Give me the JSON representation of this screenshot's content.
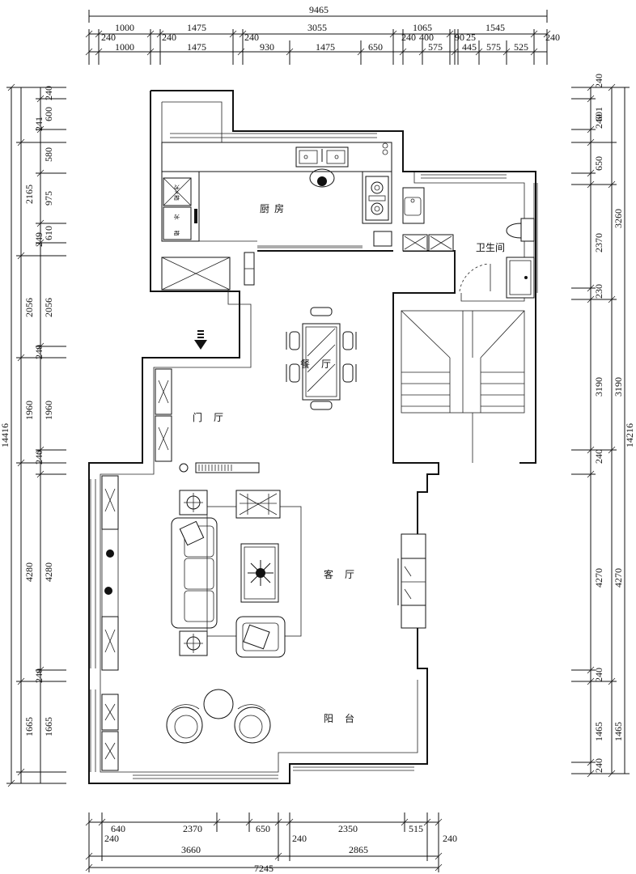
{
  "rooms": {
    "kitchen": "厨房",
    "dining": "餐厅",
    "foyer": "门厅",
    "bathroom": "卫生间",
    "living": "客厅",
    "balcony": "阳台"
  },
  "fridge_labels": [
    "冰×箱",
    "冰",
    "箱"
  ],
  "dimensions": {
    "top": {
      "overall": "9465",
      "row1": [
        "1000",
        "1475",
        "3055",
        "1065",
        "1545"
      ],
      "row2": [
        "240",
        "240",
        "240",
        "240",
        "400",
        "90",
        "25",
        "240"
      ],
      "row3": [
        "1000",
        "1475",
        "930",
        "1475",
        "650",
        "575",
        "445",
        "575",
        "525"
      ]
    },
    "left": {
      "overall": "14416",
      "outer": [
        "2165",
        "2056",
        "1960",
        "4280",
        "1665"
      ],
      "inner": [
        "240",
        "600",
        "241",
        "580",
        "975",
        "249",
        "610",
        "2056",
        "240",
        "1960",
        "240",
        "4280",
        "240",
        "1665"
      ]
    },
    "right": {
      "overall": "14216",
      "outer": [
        "3260",
        "3190",
        "4270",
        "1465"
      ],
      "inner": [
        "240",
        "601",
        "240",
        "650",
        "2370",
        "230",
        "3190",
        "240",
        "4270",
        "240",
        "1465",
        "240"
      ]
    },
    "bottom": {
      "overall": "7245",
      "row1": [
        "640",
        "2370",
        "650",
        "2350",
        "515"
      ],
      "row2": [
        "240",
        "240",
        "240"
      ],
      "row3": [
        "3660",
        "2865"
      ]
    }
  }
}
